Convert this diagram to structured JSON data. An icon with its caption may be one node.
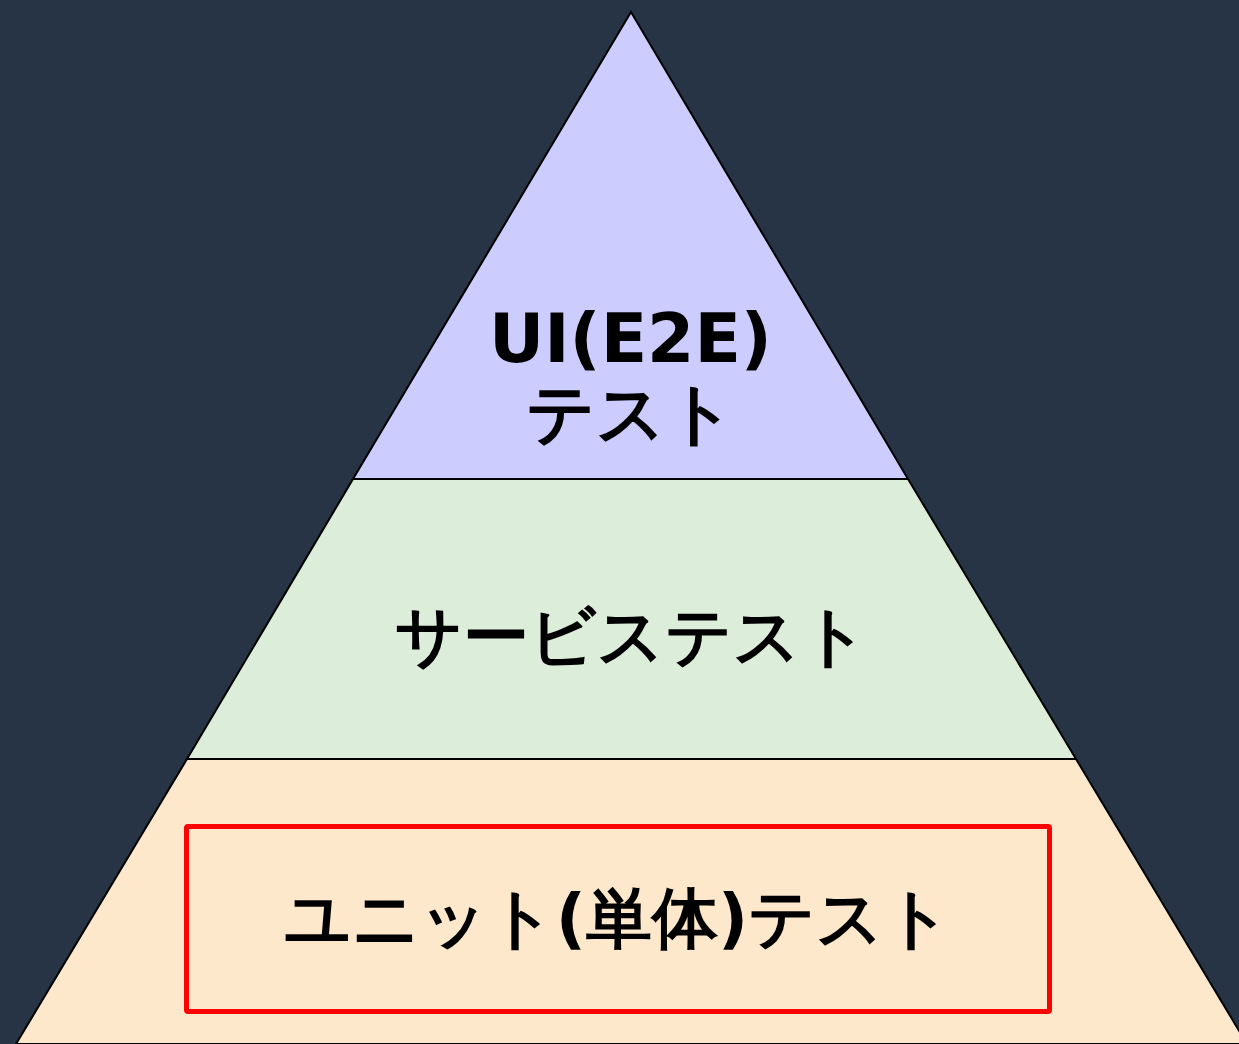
{
  "diagram": {
    "nodes": [
      {
        "text": [
          "UI(E2E)テスト"
        ]
      },
      {
        "text": [
          "サービステスト"
        ]
      },
      {
        "text": [],
        "shape": "trapezoid"
      },
      {
        "text": [
          "ユニット(単体)テスト"
        ],
        "in": 2
      }
    ]
  }
}
